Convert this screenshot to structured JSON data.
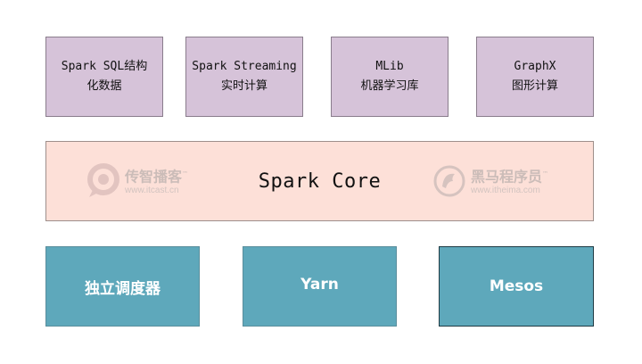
{
  "libraries": [
    {
      "line1": "Spark SQL结构",
      "line2": "化数据"
    },
    {
      "line1": "Spark Streaming",
      "line2": "实时计算"
    },
    {
      "line1": "MLib",
      "line2": "机器学习库"
    },
    {
      "line1": "GraphX",
      "line2": "图形计算"
    }
  ],
  "core": {
    "label": "Spark Core"
  },
  "schedulers": [
    {
      "label": "独立调度器"
    },
    {
      "label": "Yarn"
    },
    {
      "label": "Mesos"
    }
  ],
  "watermarks": {
    "left": {
      "name": "传智播客",
      "tm": "™",
      "url": "www.itcast.cn"
    },
    "right": {
      "name": "黑马程序员",
      "tm": "™",
      "url": "www.itheima.com"
    }
  },
  "colors": {
    "library_fill": "#d6c3d9",
    "core_fill": "#fde0d8",
    "scheduler_fill": "#5ea8bb"
  }
}
